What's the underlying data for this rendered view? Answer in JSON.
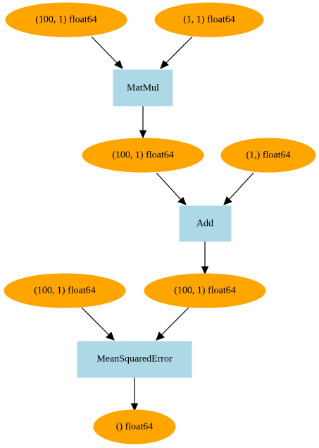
{
  "graph": {
    "variables": [
      {
        "id": "v1",
        "label": "(100, 1) float64"
      },
      {
        "id": "v2",
        "label": "(1, 1) float64"
      },
      {
        "id": "v3",
        "label": "(100, 1) float64"
      },
      {
        "id": "v4",
        "label": "(1,) float64"
      },
      {
        "id": "v5",
        "label": "(100, 1) float64"
      },
      {
        "id": "v6",
        "label": "(100, 1) float64"
      },
      {
        "id": "v7",
        "label": "() float64"
      }
    ],
    "functions": [
      {
        "id": "f1",
        "label": "MatMul"
      },
      {
        "id": "f2",
        "label": "Add"
      },
      {
        "id": "f3",
        "label": "MeanSquaredError"
      }
    ],
    "edges": [
      {
        "from": "v1",
        "to": "f1"
      },
      {
        "from": "v2",
        "to": "f1"
      },
      {
        "from": "f1",
        "to": "v3"
      },
      {
        "from": "v3",
        "to": "f2"
      },
      {
        "from": "v4",
        "to": "f2"
      },
      {
        "from": "f2",
        "to": "v5"
      },
      {
        "from": "v6",
        "to": "f3"
      },
      {
        "from": "v5",
        "to": "f3"
      },
      {
        "from": "f3",
        "to": "v7"
      }
    ],
    "colors": {
      "variable_fill": "#ffa500",
      "function_fill": "#add8e6",
      "edge": "#000000"
    }
  }
}
